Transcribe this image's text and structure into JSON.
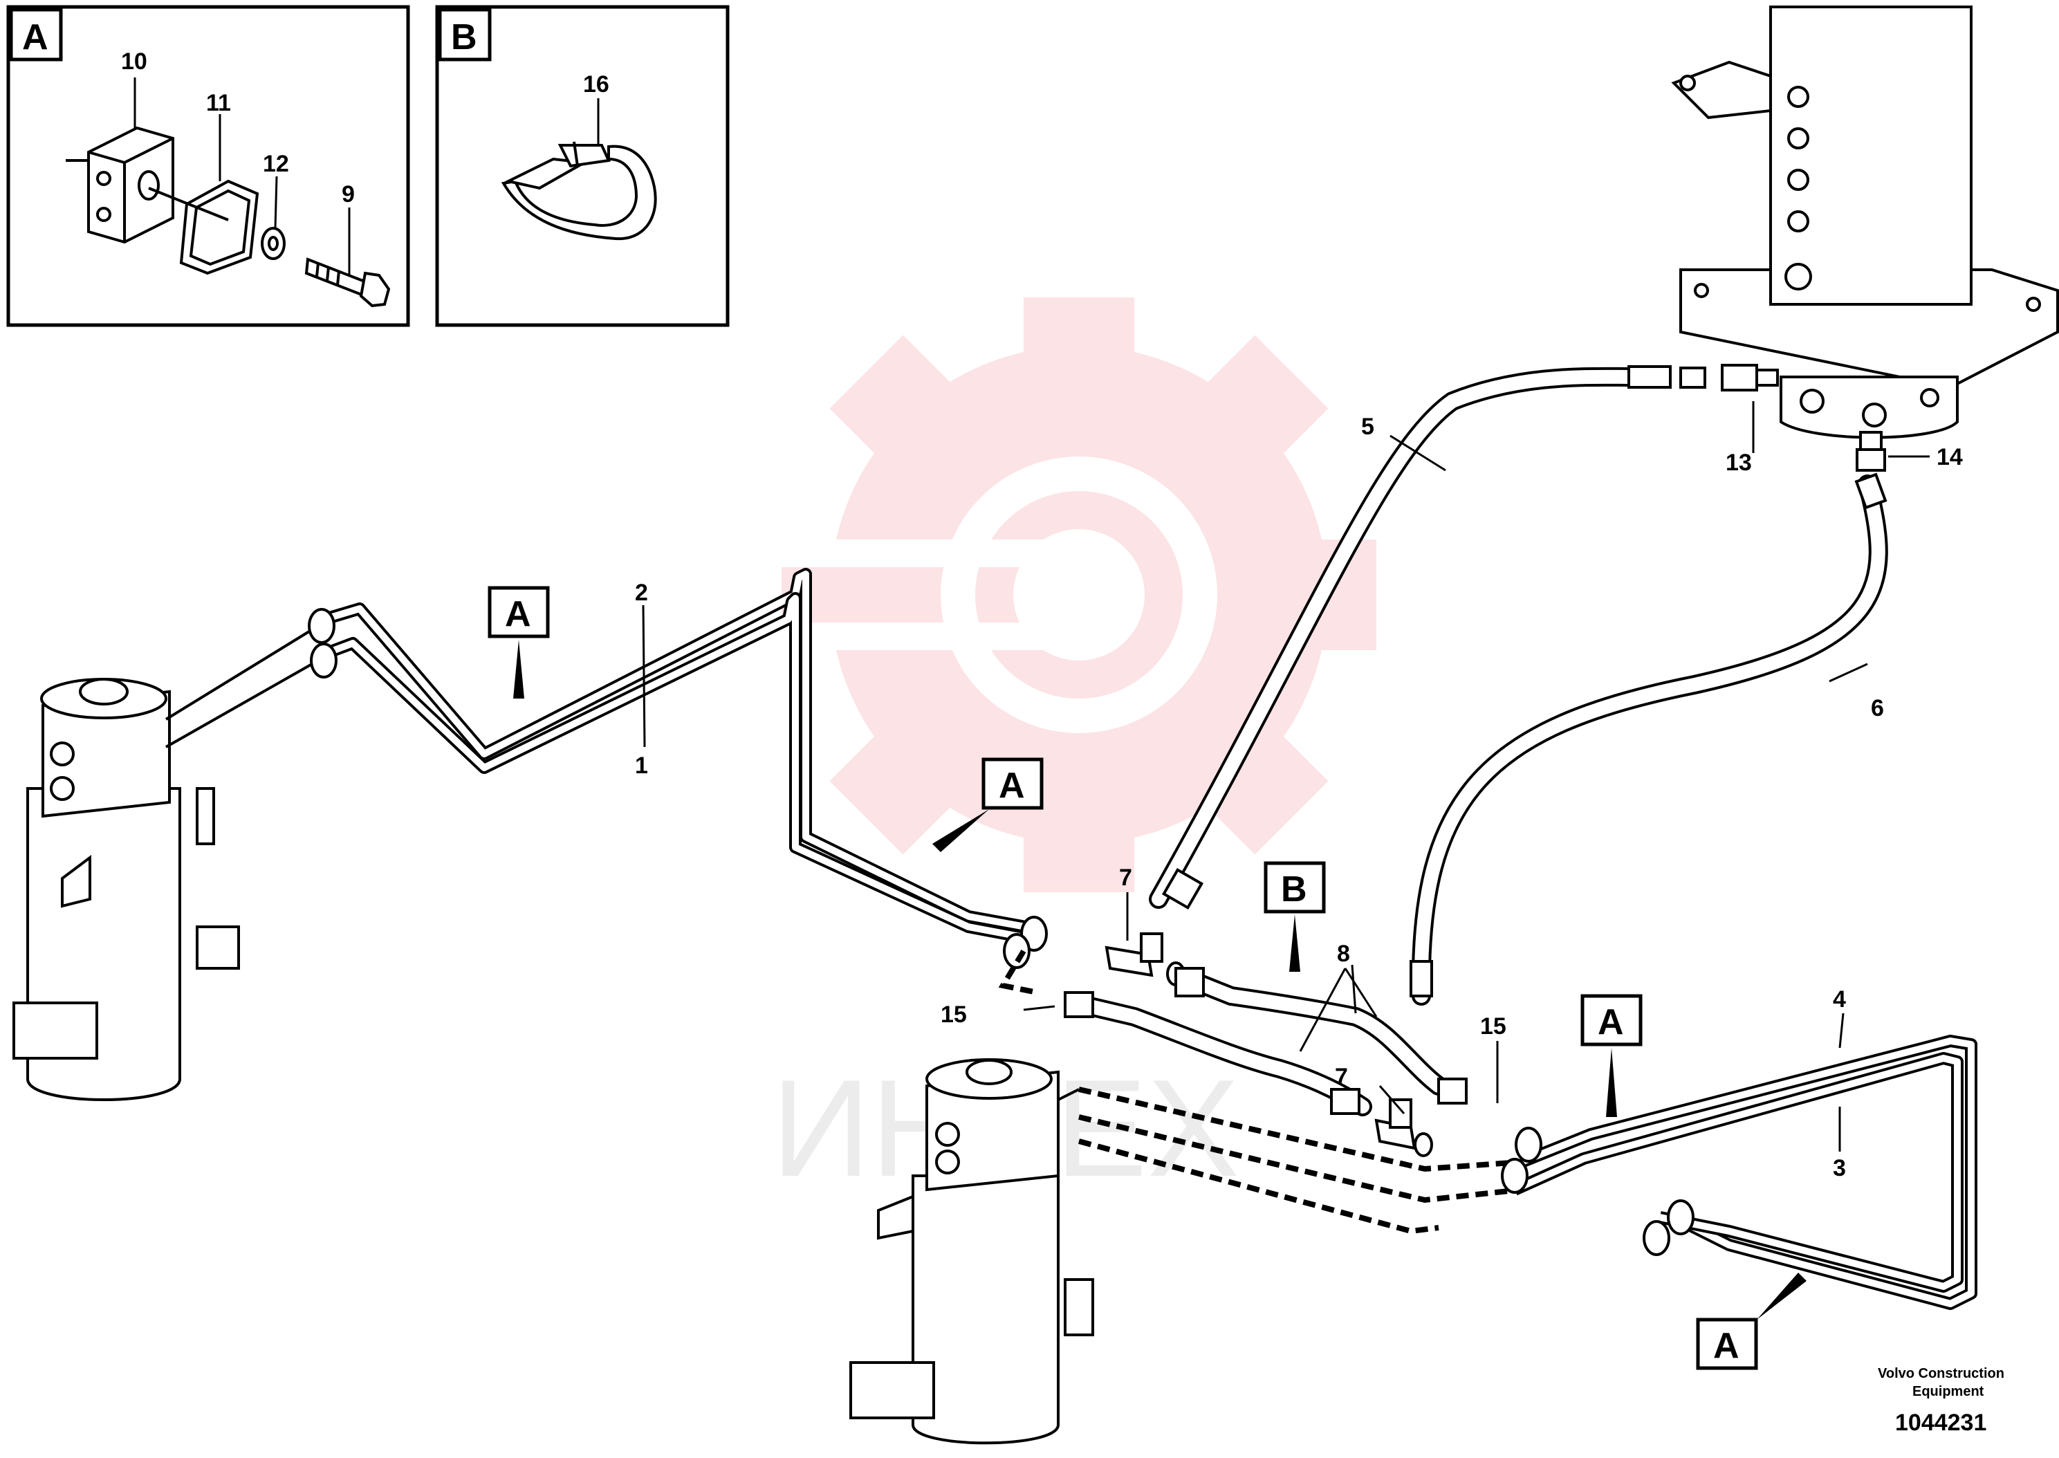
{
  "watermark": {
    "brand_text": "ИНТЕХ",
    "color": "#f26b72"
  },
  "inset_a": {
    "tag": "A",
    "parts": {
      "bracket": "10",
      "plate": "11",
      "washer": "12",
      "bolt": "9"
    }
  },
  "inset_b": {
    "tag": "B",
    "parts": {
      "strap": "16"
    }
  },
  "view_tags": {
    "a": "A",
    "b": "B"
  },
  "parts": {
    "p1": "1",
    "p2": "2",
    "p3": "3",
    "p4": "4",
    "p5": "5",
    "p6": "6",
    "p7": "7",
    "p8": "8",
    "p13": "13",
    "p14": "14",
    "p15": "15"
  },
  "footer": {
    "company_line1": "Volvo Construction",
    "company_line2": "Equipment",
    "doc_number": "1044231"
  }
}
